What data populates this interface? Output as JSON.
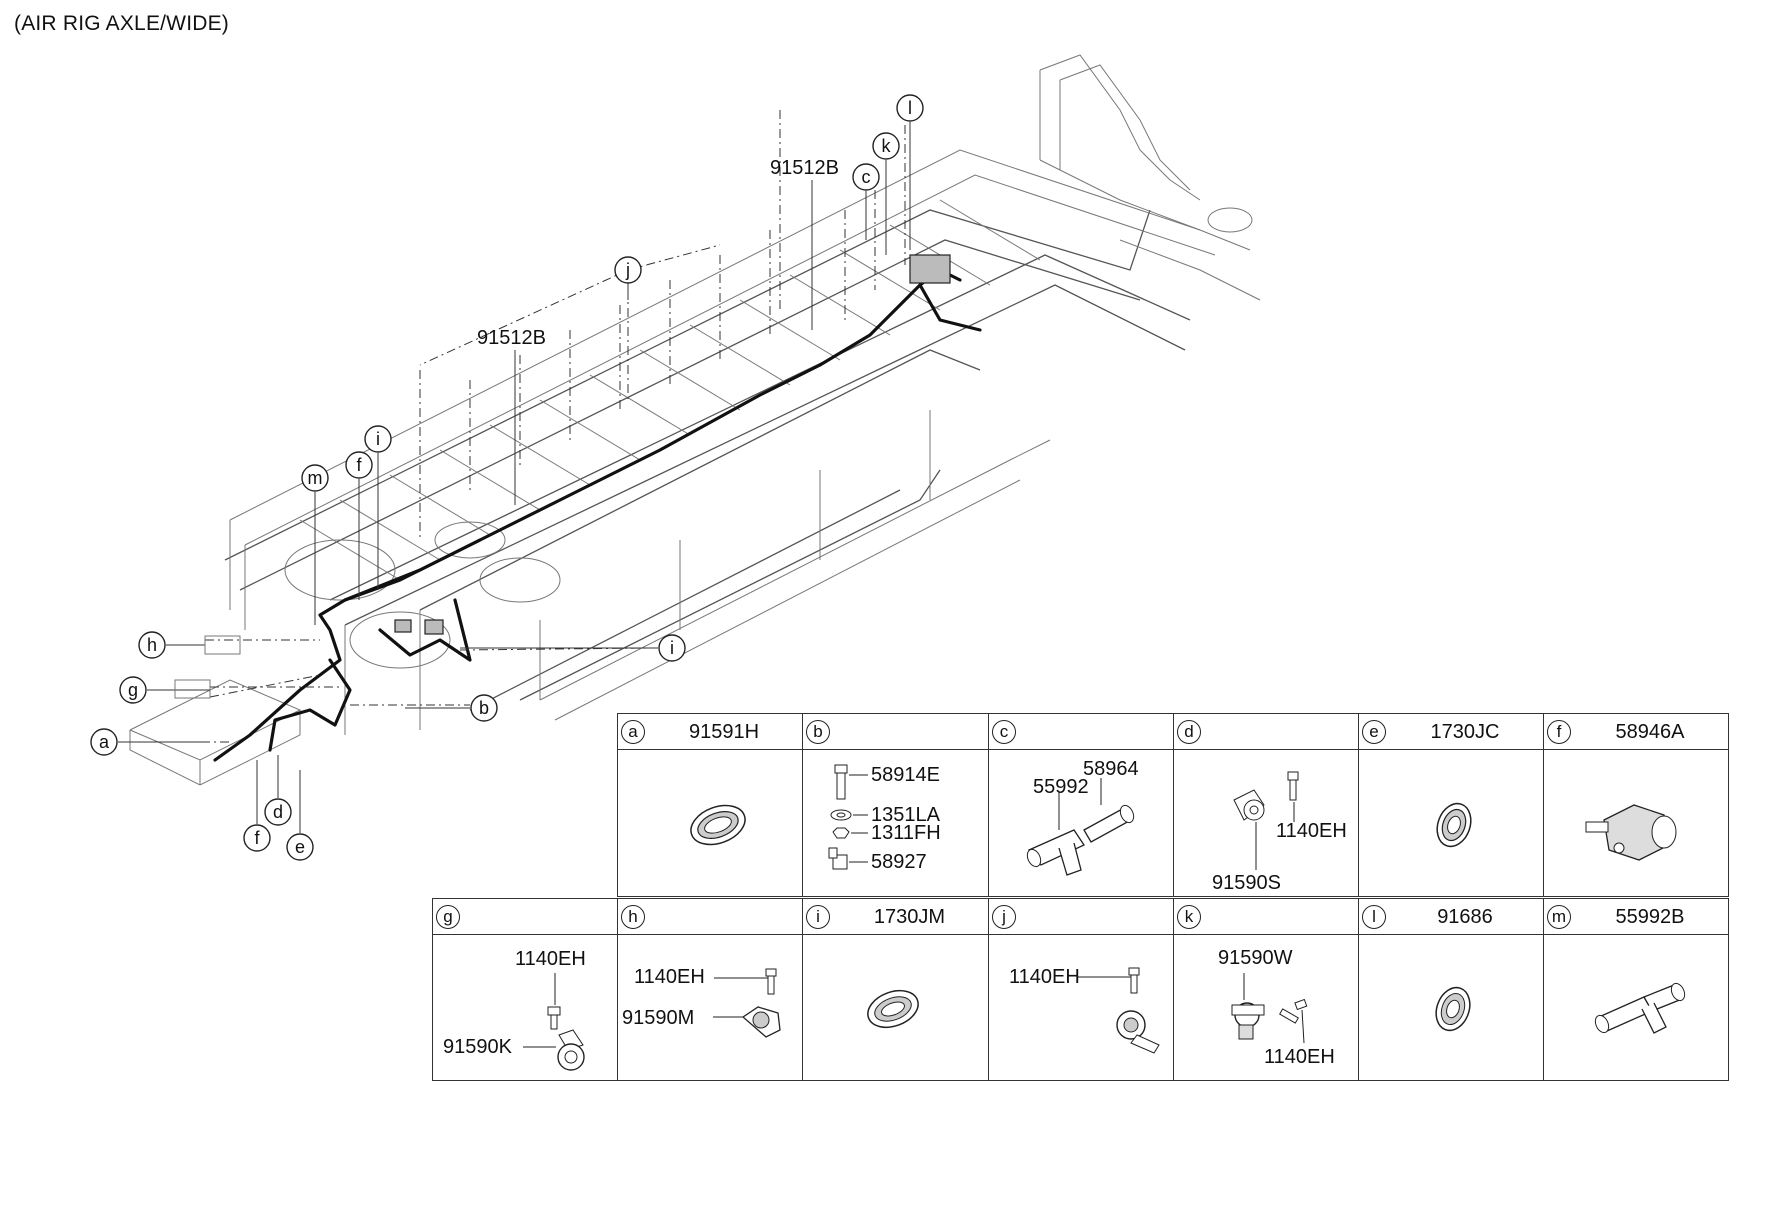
{
  "title": "(AIR RIG AXLE/WIDE)",
  "callouts": {
    "a": "a",
    "b": "b",
    "c": "c",
    "d": "d",
    "e": "e",
    "f": "f",
    "f2": "f",
    "g": "g",
    "h": "h",
    "i": "i",
    "i2": "i",
    "j": "j",
    "k": "k",
    "l": "l",
    "m": "m"
  },
  "main_labels": {
    "upper_harness": "91512B",
    "lower_harness": "91512B"
  },
  "table": {
    "row1": [
      {
        "letter": "a",
        "part": "91591H"
      },
      {
        "letter": "b",
        "part": ""
      },
      {
        "letter": "c",
        "part": ""
      },
      {
        "letter": "d",
        "part": ""
      },
      {
        "letter": "e",
        "part": "1730JC"
      },
      {
        "letter": "f",
        "part": "58946A"
      }
    ],
    "row2": [
      {
        "letter": "g",
        "part": ""
      },
      {
        "letter": "h",
        "part": ""
      },
      {
        "letter": "i",
        "part": "1730JM"
      },
      {
        "letter": "j",
        "part": ""
      },
      {
        "letter": "k",
        "part": ""
      },
      {
        "letter": "l",
        "part": "91686"
      },
      {
        "letter": "m",
        "part": "55992B"
      }
    ],
    "b_parts": [
      "58914E",
      "1351LA",
      "1311FH",
      "58927"
    ],
    "c_parts": [
      "58964",
      "55992"
    ],
    "d_parts": [
      "1140EH",
      "91590S"
    ],
    "g_parts": [
      "1140EH",
      "91590K"
    ],
    "h_parts": [
      "1140EH",
      "91590M"
    ],
    "j_parts": [
      "1140EH"
    ],
    "k_parts": [
      "91590W",
      "1140EH"
    ]
  }
}
